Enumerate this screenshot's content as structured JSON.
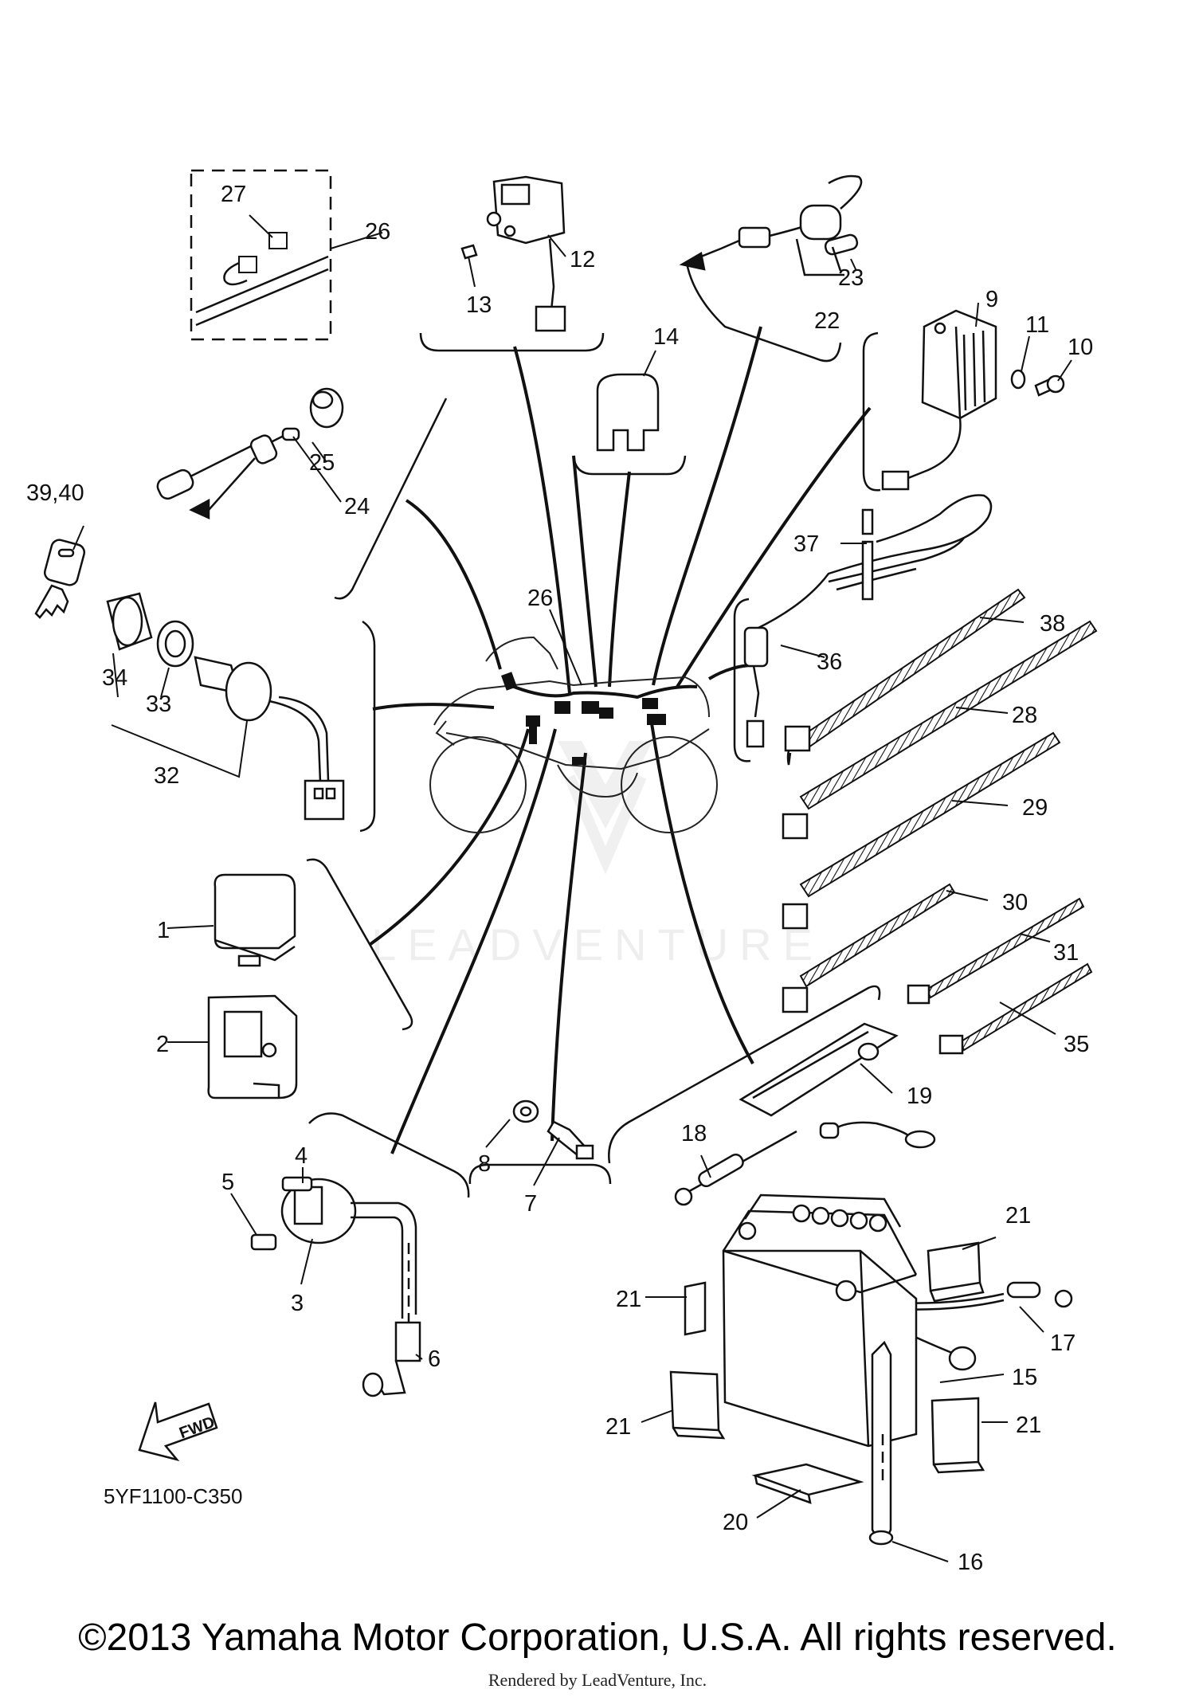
{
  "diagram": {
    "code": "5YF1100-C350",
    "fwd_label": "FWD",
    "watermark": "LEADVENTURE",
    "copyright": "©2013 Yamaha Motor Corporation, U.S.A. All rights reserved.",
    "rendered_by": "Rendered by LeadVenture, Inc.",
    "callouts": [
      {
        "id": "c-27",
        "label": "27"
      },
      {
        "id": "c-26-top",
        "label": "26"
      },
      {
        "id": "c-12",
        "label": "12"
      },
      {
        "id": "c-13",
        "label": "13"
      },
      {
        "id": "c-23",
        "label": "23"
      },
      {
        "id": "c-22",
        "label": "22"
      },
      {
        "id": "c-9",
        "label": "9"
      },
      {
        "id": "c-11",
        "label": "11"
      },
      {
        "id": "c-10",
        "label": "10"
      },
      {
        "id": "c-14",
        "label": "14"
      },
      {
        "id": "c-25",
        "label": "25"
      },
      {
        "id": "c-24",
        "label": "24"
      },
      {
        "id": "c-39-40",
        "label": "39,40"
      },
      {
        "id": "c-37",
        "label": "37"
      },
      {
        "id": "c-26-mid",
        "label": "26"
      },
      {
        "id": "c-38",
        "label": "38"
      },
      {
        "id": "c-36",
        "label": "36"
      },
      {
        "id": "c-28",
        "label": "28"
      },
      {
        "id": "c-34",
        "label": "34"
      },
      {
        "id": "c-33",
        "label": "33"
      },
      {
        "id": "c-32",
        "label": "32"
      },
      {
        "id": "c-29",
        "label": "29"
      },
      {
        "id": "c-1",
        "label": "1"
      },
      {
        "id": "c-30",
        "label": "30"
      },
      {
        "id": "c-31",
        "label": "31"
      },
      {
        "id": "c-2",
        "label": "2"
      },
      {
        "id": "c-35",
        "label": "35"
      },
      {
        "id": "c-19",
        "label": "19"
      },
      {
        "id": "c-4",
        "label": "4"
      },
      {
        "id": "c-18",
        "label": "18"
      },
      {
        "id": "c-5",
        "label": "5"
      },
      {
        "id": "c-21-a",
        "label": "21"
      },
      {
        "id": "c-8",
        "label": "8"
      },
      {
        "id": "c-3",
        "label": "3"
      },
      {
        "id": "c-7",
        "label": "7"
      },
      {
        "id": "c-21-b",
        "label": "21"
      },
      {
        "id": "c-17",
        "label": "17"
      },
      {
        "id": "c-6",
        "label": "6"
      },
      {
        "id": "c-15",
        "label": "15"
      },
      {
        "id": "c-21-c",
        "label": "21"
      },
      {
        "id": "c-21-d",
        "label": "21"
      },
      {
        "id": "c-20",
        "label": "20"
      },
      {
        "id": "c-16",
        "label": "16"
      }
    ]
  }
}
